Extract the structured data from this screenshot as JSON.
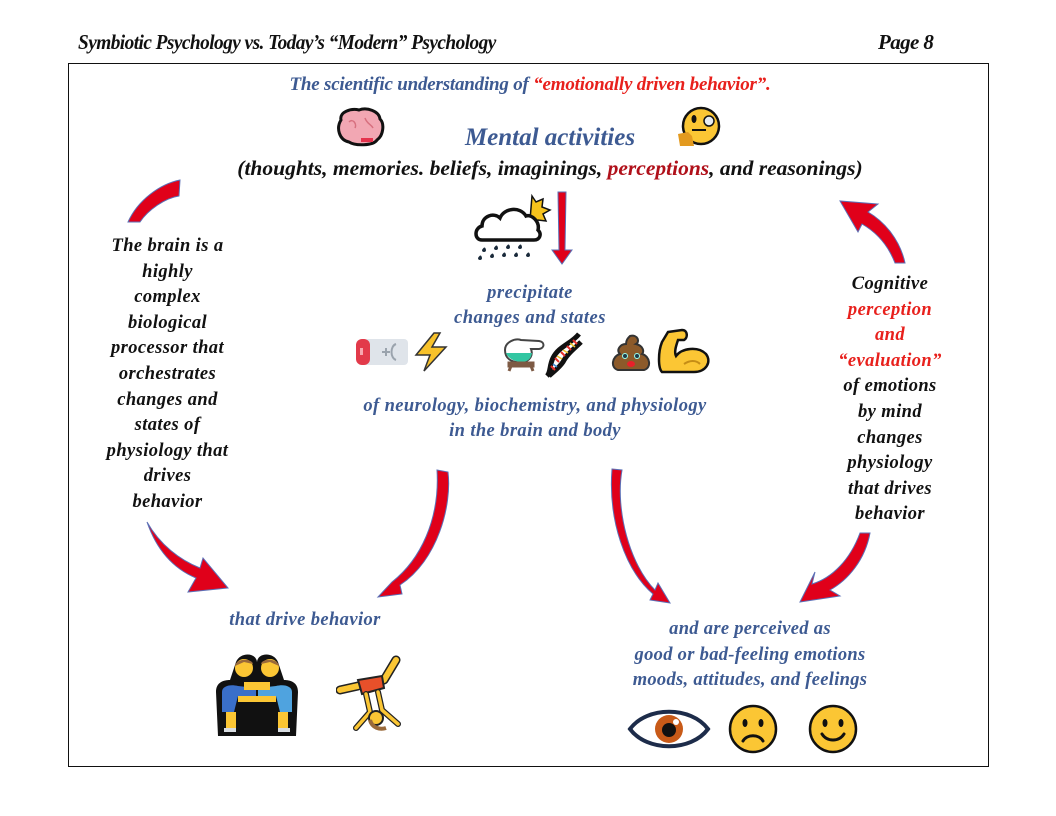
{
  "header": {
    "title": "Symbiotic Psychology vs. Today’s “Modern” Psychology",
    "page": "Page 8"
  },
  "diagram": {
    "subtitle_prefix": "The scientific understanding of ",
    "subtitle_highlight": "“emotionally driven behavior”.",
    "center_title": "Mental activities",
    "mental_list_prefix": "(thoughts, memories. beliefs, imaginings, ",
    "mental_list_highlight": "perceptions",
    "mental_list_suffix": ", and reasonings)",
    "precipitate_line1": "precipitate",
    "precipitate_line2": "changes and states",
    "domains_line1": "of neurology, biochemistry, and physiology",
    "domains_line2": "in the brain and body",
    "drive_behavior": "that drive behavior",
    "perceived_line1": "and are perceived as",
    "perceived_line2": "good or bad-feeling emotions",
    "perceived_line3": "moods, attitudes, and feelings",
    "left_note": [
      "The brain is a",
      "highly",
      "complex",
      "biological",
      "processor that",
      "orchestrates",
      "changes and",
      "states of",
      "physiology that",
      "drives",
      "behavior"
    ],
    "right_note": {
      "line1": "Cognitive",
      "highlight1": "perception",
      "highlight2": "and",
      "highlight3": "“evaluation”",
      "rest": [
        "of emotions",
        "by mind",
        "changes",
        "physiology",
        "that drives",
        "behavior"
      ]
    },
    "icons": {
      "top": [
        "brain-icon",
        "face-with-monocle-icon"
      ],
      "weather": "cloud-sun-rain-icon",
      "physiology": [
        "battery-icon",
        "lightning-icon",
        "flask-icon",
        "dna-icon",
        "poop-icon",
        "flexed-biceps-icon"
      ],
      "behavior": [
        "wrestlers-icon",
        "cartwheel-icon"
      ],
      "emotions": [
        "eye-icon",
        "frowning-face-icon",
        "smiling-face-icon"
      ]
    }
  },
  "colors": {
    "blue_text": "#3d5a92",
    "red_text": "#e8201c",
    "arrow_red": "#e0001a",
    "arrow_outline": "#5b6fb6"
  }
}
